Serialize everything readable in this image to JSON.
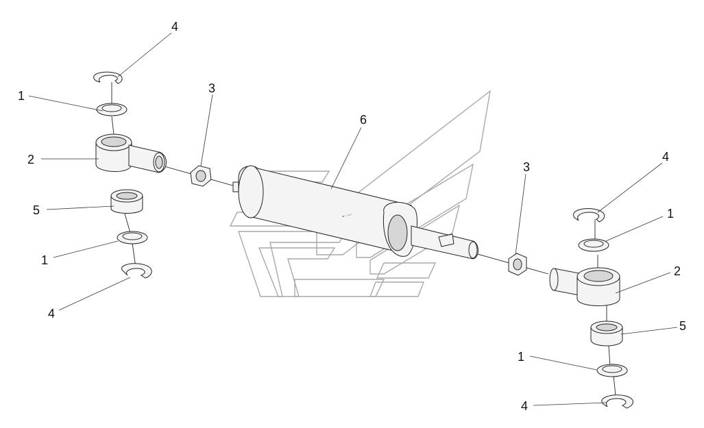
{
  "labels": {
    "left_top_4": "4",
    "left_1a": "1",
    "left_2": "2",
    "left_5": "5",
    "left_1b": "1",
    "left_bottom_4": "4",
    "left_3": "3",
    "center_6": "6",
    "right_3": "3",
    "right_top_4": "4",
    "right_1a": "1",
    "right_2": "2",
    "right_5": "5",
    "right_1b": "1",
    "right_bottom_4": "4"
  },
  "colors": {
    "line": "#222222",
    "watermark": "#a8a8a8",
    "background": "#ffffff"
  }
}
